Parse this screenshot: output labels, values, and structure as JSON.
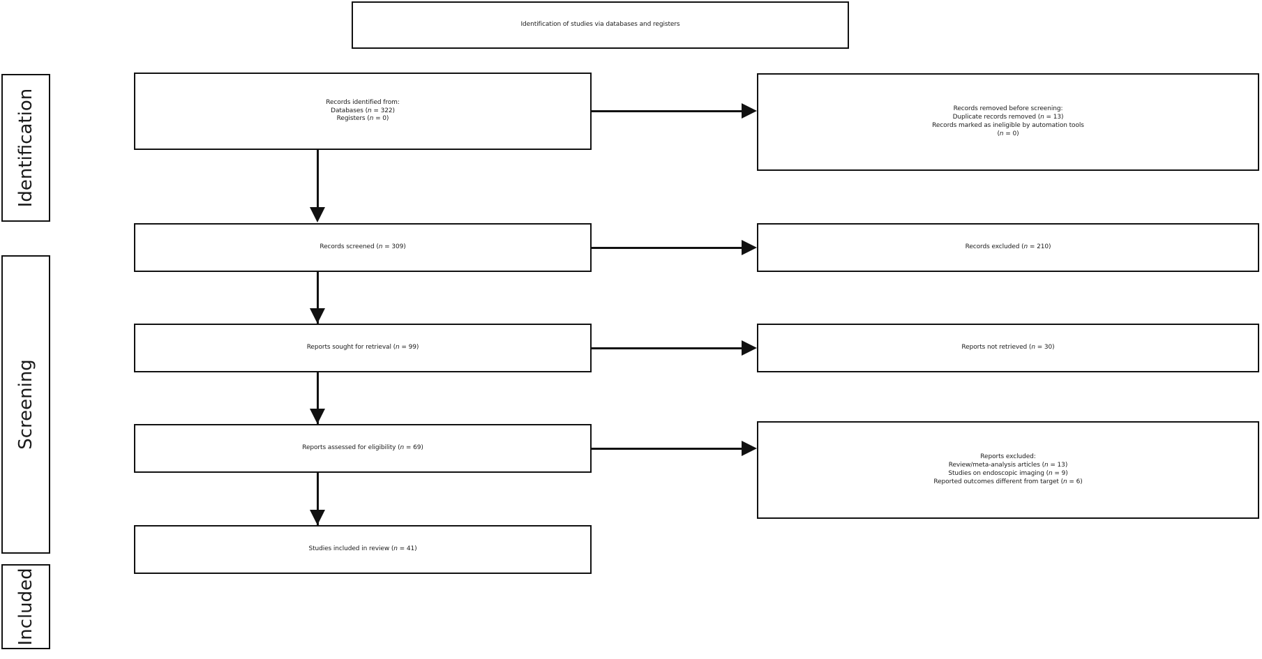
{
  "header": {
    "title": "Identification of studies via databases and registers"
  },
  "stages": [
    {
      "id": "identification",
      "label": "Identification"
    },
    {
      "id": "screening",
      "label": "Screening"
    },
    {
      "id": "included",
      "label": "Included"
    }
  ],
  "boxes": {
    "records_identified": {
      "lines": [
        "Records identified from:",
        "Databases (n = 322)",
        "Registers (n = 0)"
      ]
    },
    "records_removed": {
      "lines": [
        "Records removed before screening:",
        "Duplicate records removed (n = 13)",
        "Records marked as ineligible by automation tools",
        "(n = 0)"
      ]
    },
    "records_screened": {
      "lines": [
        "Records screened (n = 309)"
      ]
    },
    "records_excluded": {
      "lines": [
        "Records excluded (n = 210)"
      ]
    },
    "reports_sought": {
      "lines": [
        "Reports sought for retrieval (n = 99)"
      ]
    },
    "reports_not_retrieved": {
      "lines": [
        "Reports not retrieved (n = 30)"
      ]
    },
    "reports_assessed": {
      "lines": [
        "Reports assessed for eligibility (n = 69)"
      ]
    },
    "reports_excluded": {
      "lines": [
        "Reports excluded:",
        "Review/meta-analysis articles (n = 13)",
        "Studies on endoscopic imaging (n = 9)",
        "Reported outcomes different from target (n = 6)"
      ]
    },
    "studies_included": {
      "lines": [
        "Studies included in review (n = 41)"
      ]
    }
  },
  "counts": {
    "databases": 322,
    "registers": 0,
    "duplicates_removed": 13,
    "marked_ineligible_automation": 0,
    "records_screened": 309,
    "records_excluded": 210,
    "reports_sought": 99,
    "reports_not_retrieved": 30,
    "reports_assessed": 69,
    "excluded_review_meta": 13,
    "excluded_endoscopic_imaging": 9,
    "excluded_outcomes_different": 6,
    "studies_included": 41
  },
  "colors": {
    "stroke": "#111111",
    "background": "#ffffff",
    "text": "#1a1a1a"
  }
}
